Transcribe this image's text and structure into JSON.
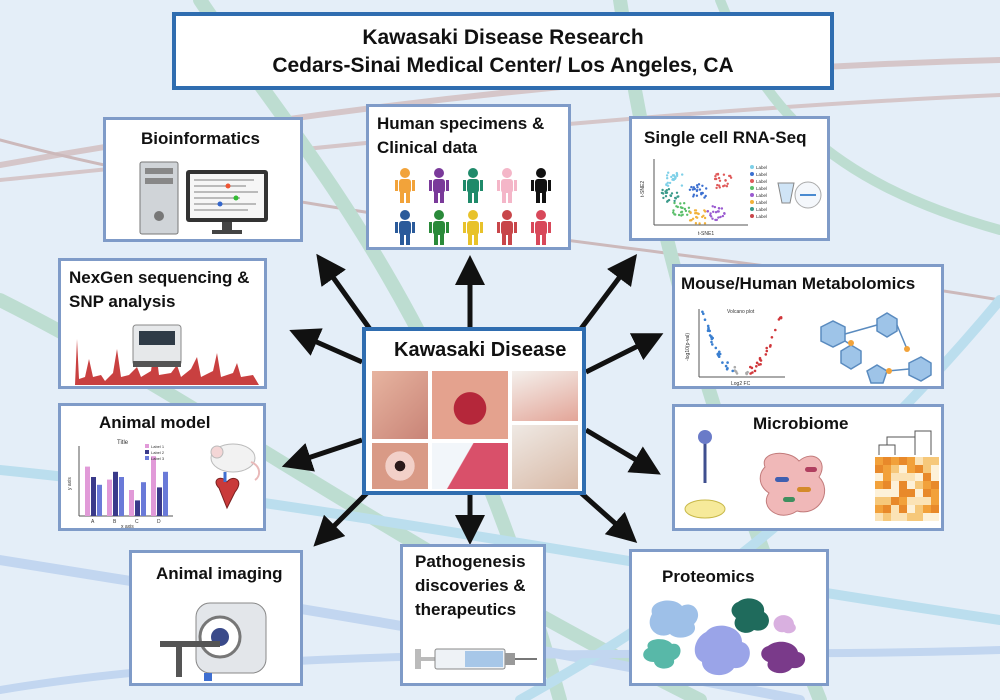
{
  "header": {
    "line1": "Kawasaki Disease Research",
    "line2": "Cedars-Sinai Medical Center/ Los Angeles, CA"
  },
  "center": {
    "title": "Kawasaki Disease"
  },
  "panels": {
    "bioinformatics": {
      "title": "Bioinformatics"
    },
    "human_specimens": {
      "line1": "Human specimens &",
      "line2": "Clinical data"
    },
    "scrna": {
      "title": "Single cell RNA-Seq",
      "legend": [
        "Label",
        "Label",
        "Label",
        "Label",
        "Label",
        "Label",
        "Label",
        "Label"
      ],
      "xlabel": "t-SNE1",
      "ylabel": "t-SNE2"
    },
    "nexgen": {
      "line1": "NexGen sequencing &",
      "line2": "SNP analysis"
    },
    "metabolomics": {
      "title": "Mouse/Human Metabolomics",
      "plot_title": "Volcano plot",
      "xlabel": "Log2 FC",
      "ylabel": "-log10(p-val)"
    },
    "animal_model": {
      "title": "Animal model",
      "chart_title": "Title",
      "legend": [
        "Label 1",
        "Label 2",
        "Label 3"
      ],
      "xlabel": "x axis",
      "ylabel": "y axis",
      "categories": [
        "A",
        "B",
        "C",
        "D"
      ]
    },
    "microbiome": {
      "title": "Microbiome"
    },
    "animal_imaging": {
      "title": "Animal imaging"
    },
    "pathogenesis": {
      "line1": "Pathogenesis",
      "line2": "discoveries &",
      "line3": "therapeutics"
    },
    "proteomics": {
      "title": "Proteomics"
    }
  },
  "colors": {
    "panel_border": "#7f9bc8",
    "title_border": "#2f6db0",
    "background": "#e4eef8",
    "arrow": "#111111"
  }
}
